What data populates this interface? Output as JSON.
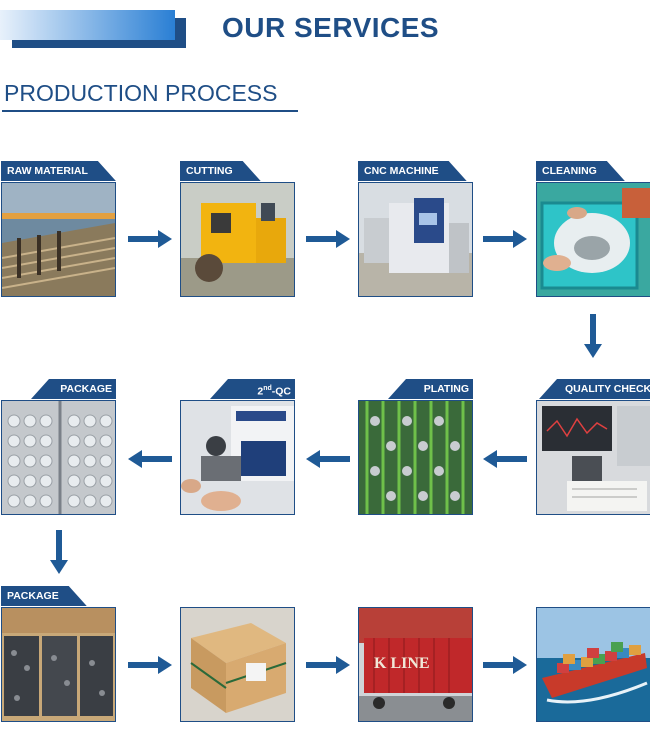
{
  "header": {
    "title": "OUR SERVICES",
    "subtitle": "PRODUCTION PROCESS"
  },
  "steps": {
    "raw_material": "RAW MATERIAL",
    "cutting": "CUTTING",
    "cnc": "CNC MACHINE",
    "cleaning": "CLEANING",
    "package1": "PACKAGE",
    "qc2_prefix": "2",
    "qc2_sup": "nd",
    "qc2_suffix": "-QC",
    "plating": "PLATING",
    "quality": "QUALITY CHECKING",
    "package2": "PACKAGE",
    "kline": "K LINE"
  },
  "colors": {
    "primary": "#1f4e86",
    "arrow": "#1f5a96"
  }
}
